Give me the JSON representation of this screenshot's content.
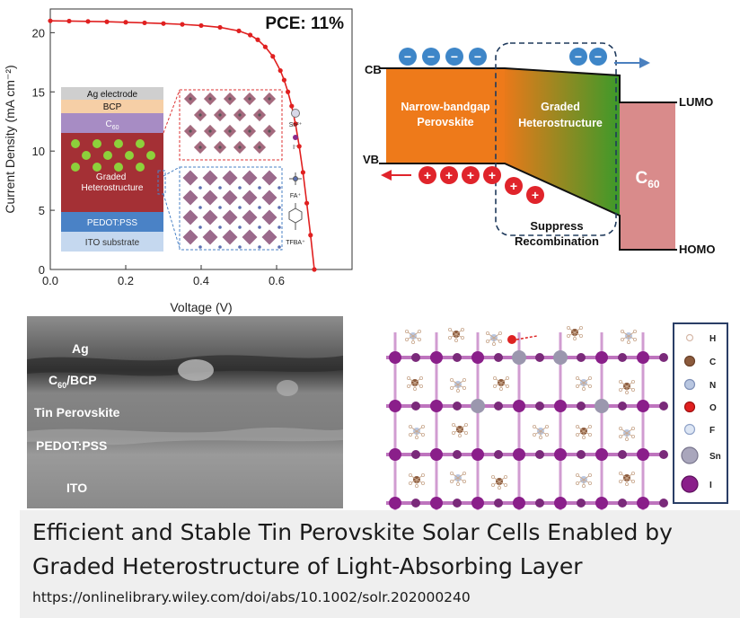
{
  "panel_a": {
    "pce_label": "PCE: 11%",
    "stack_layers": [
      "Ag electrode",
      "BCP",
      "C60",
      "Graded Heterostructure",
      "PEDOT:PSS",
      "ITO substrate"
    ],
    "c60_sub": "60",
    "legend_ions": [
      "Sn²⁺",
      "I⁻",
      "FA⁺",
      "TFBA⁺"
    ]
  },
  "chart_data": {
    "type": "line",
    "xlabel": "Voltage (V)",
    "ylabel": "Current Density (mA cm⁻²)",
    "xlim": [
      0.0,
      0.8
    ],
    "ylim": [
      0,
      22
    ],
    "xticks": [
      "0.0",
      "0.2",
      "0.4",
      "0.6"
    ],
    "yticks": [
      "0",
      "5",
      "10",
      "15",
      "20"
    ],
    "grid": false,
    "series": [
      {
        "color": "#e02020",
        "x": [
          0.0,
          0.05,
          0.1,
          0.15,
          0.2,
          0.25,
          0.3,
          0.35,
          0.4,
          0.45,
          0.5,
          0.53,
          0.55,
          0.57,
          0.59,
          0.61,
          0.62,
          0.63,
          0.64,
          0.65,
          0.66,
          0.67,
          0.68,
          0.69,
          0.7
        ],
        "y": [
          21.0,
          20.98,
          20.95,
          20.92,
          20.88,
          20.83,
          20.77,
          20.7,
          20.6,
          20.45,
          20.15,
          19.8,
          19.4,
          18.8,
          18.0,
          16.8,
          16.0,
          15.0,
          13.8,
          12.3,
          10.4,
          8.2,
          5.6,
          2.9,
          0.0
        ]
      }
    ]
  },
  "panel_b": {
    "cb": "CB",
    "vb": "VB",
    "lumo": "LUMO",
    "homo": "HOMO",
    "left_region": [
      "Narrow-bandgap",
      "Perovskite"
    ],
    "graded_region": [
      "Graded",
      "Heterostructure"
    ],
    "c60": "C",
    "c60_sub": "60",
    "suppress": [
      "Suppress",
      "Recombination"
    ],
    "electron": "−",
    "hole": "+"
  },
  "panel_c": {
    "labels": [
      "Ag",
      "C60/BCP",
      "Tin Perovskite",
      "PEDOT:PSS",
      "ITO"
    ],
    "c60_main": "C",
    "c60_sub": "60",
    "c60_rest": "/BCP"
  },
  "panel_d": {
    "legend": [
      "H",
      "C",
      "N",
      "O",
      "F",
      "Sn",
      "I"
    ]
  },
  "caption": {
    "title_line1": "Efficient and Stable Tin Perovskite Solar Cells Enabled by",
    "title_line2": "Graded Heterostructure of Light-Absorbing Layer",
    "url": "https://onlinelibrary.wiley.com/doi/abs/10.1002/solr.202000240"
  },
  "colors": {
    "curve": "#e02020",
    "perovskite": "#ee7a1a",
    "graded_start": "#e9791a",
    "graded_end": "#3d9a2a",
    "c60_block": "#d98b8b",
    "electron_fill": "#3e86c8",
    "hole_fill": "#e0242b",
    "arrow": "#4a80bf"
  }
}
